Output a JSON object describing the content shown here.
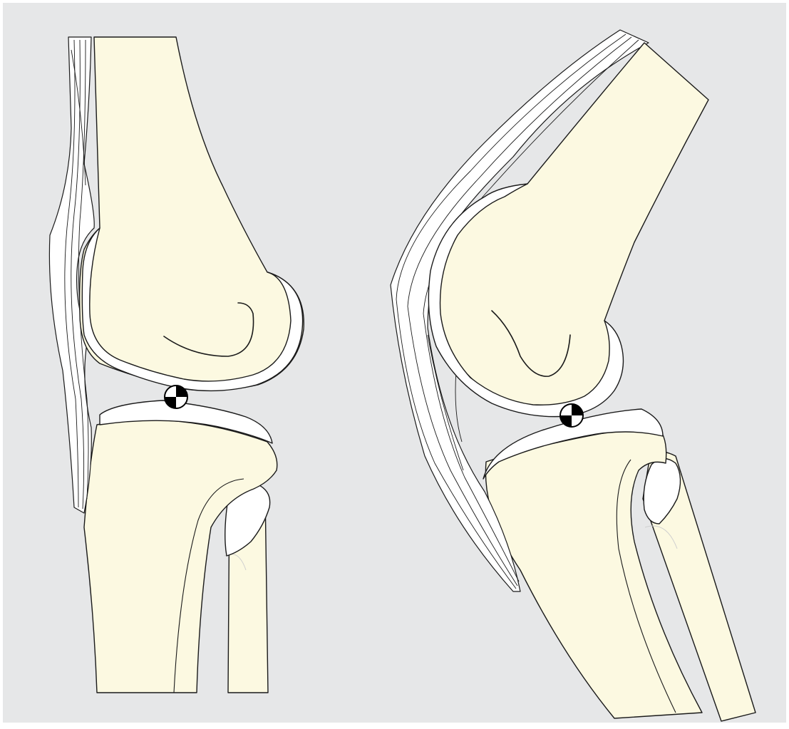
{
  "figure": {
    "panels": [
      {
        "id": "extended",
        "pose": "knee-extended"
      },
      {
        "id": "flexed",
        "pose": "knee-flexed"
      }
    ],
    "colors": {
      "background": "#e6e7e8",
      "bone": "#fcf9e1",
      "cartilage": "#ffffff",
      "outline": "#1a1a1a",
      "marker": "#000000"
    },
    "marker_icon": "center-of-rotation-icon"
  }
}
